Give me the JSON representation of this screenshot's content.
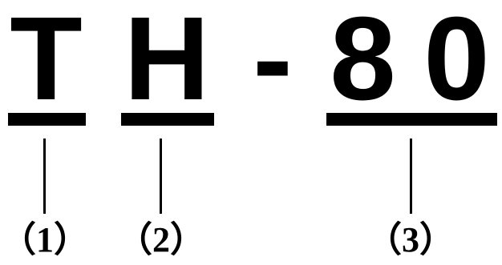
{
  "code": {
    "letter_1": "T",
    "letter_2": "H",
    "separator": "-",
    "digit_1": "8",
    "digit_2": "0"
  },
  "labels": {
    "part_1": "（1）",
    "part_2": "（2）",
    "part_3": "（3）"
  }
}
